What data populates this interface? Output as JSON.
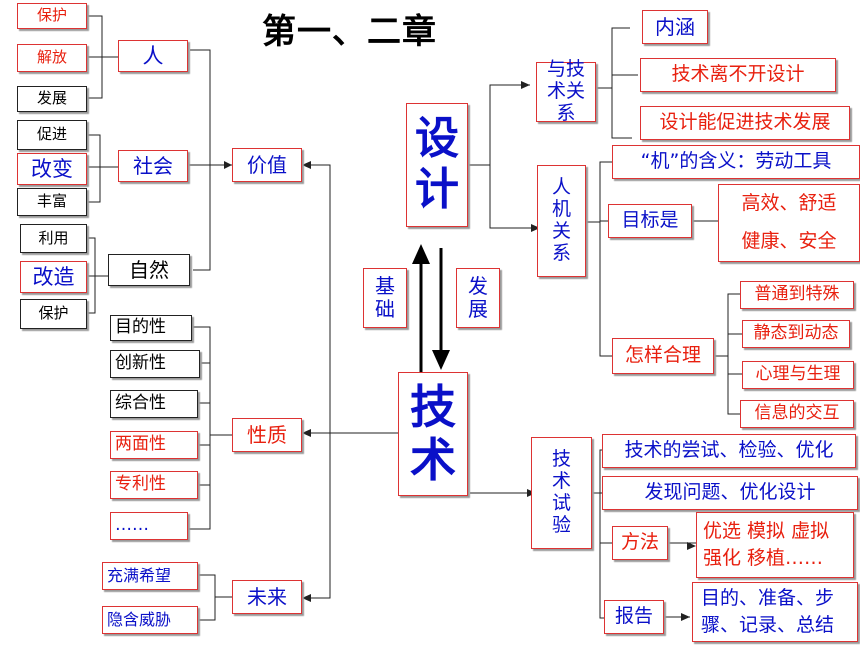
{
  "title": "第一、二章",
  "core": {
    "design": "设计",
    "technology": "技术",
    "basis": "基础",
    "development": "发展"
  },
  "value_branch": {
    "value": "价值",
    "person": "人",
    "person_items": [
      "保护",
      "解放",
      "发展"
    ],
    "society": "社会",
    "society_items": [
      "促进",
      "改变",
      "丰富"
    ],
    "nature": "自然",
    "nature_items": [
      "利用",
      "改造",
      "保护"
    ]
  },
  "nature_branch": {
    "label": "性质",
    "items": [
      "目的性",
      "创新性",
      "综合性",
      "两面性",
      "专利性",
      "……"
    ]
  },
  "future_branch": {
    "label": "未来",
    "items": [
      "充满希望",
      "隐含威胁"
    ]
  },
  "design_tech": {
    "label": "与技术关系",
    "items": [
      "内涵",
      "技术离不开设计",
      "设计能促进技术发展"
    ]
  },
  "ergonomics": {
    "label": "人机关系",
    "meaning": "“机”的含义：劳动工具",
    "goal": "目标是",
    "goal_items": [
      "高效、舒适",
      "健康、安全"
    ],
    "how": "怎样合理",
    "how_items": [
      "普通到特殊",
      "静态到动态",
      "心理与生理",
      "信息的交互"
    ]
  },
  "experiment": {
    "label": "技术试验",
    "item1": "技术的尝试、检验、优化",
    "item2": "发现问题、优化设计",
    "method": "方法",
    "method_detail": "优选 模拟 虚拟 强化 移植……",
    "report": "报告",
    "report_detail": "目的、准备、步骤、记录、总结"
  }
}
